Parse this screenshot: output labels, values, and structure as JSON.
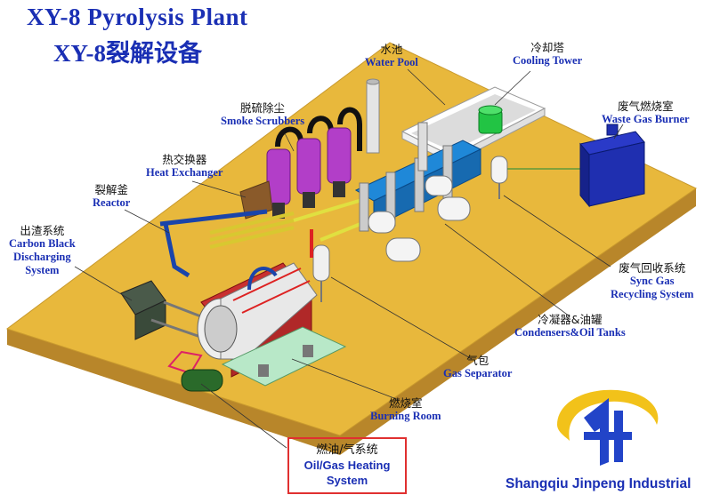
{
  "title": {
    "line1": "XY-8 Pyrolysis Plant",
    "line2": "XY-8裂解设备"
  },
  "labels": {
    "water_pool": {
      "zh": "水池",
      "en": "Water Pool"
    },
    "cooling_tower": {
      "zh": "冷却塔",
      "en": "Cooling Tower"
    },
    "smoke_scrubbers": {
      "zh": "脱硫除尘",
      "en": "Smoke Scrubbers"
    },
    "waste_gas_burner": {
      "zh": "废气燃烧室",
      "en": "Waste Gas Burner"
    },
    "heat_exchanger": {
      "zh": "热交换器",
      "en": "Heat Exchanger"
    },
    "reactor": {
      "zh": "裂解釜",
      "en": "Reactor"
    },
    "carbon_black": {
      "zh": "出渣系统",
      "en_lines": [
        "Carbon Black",
        "Discharging",
        "System"
      ]
    },
    "sync_gas": {
      "zh": "废气回收系统",
      "en_lines": [
        "Sync Gas",
        "Recycling System"
      ]
    },
    "condensers": {
      "zh": "冷凝器&油罐",
      "en": "Condensers&Oil Tanks"
    },
    "gas_separator": {
      "zh": "气包",
      "en": "Gas Separator"
    },
    "burning_room": {
      "zh": "燃烧室",
      "en": "Burning Room"
    },
    "heating_system": {
      "zh": "燃油/气系统",
      "en_lines": [
        "Oil/Gas Heating",
        "System"
      ]
    }
  },
  "company": "Shangqiu Jinpeng Industrial",
  "colors": {
    "title": "#1a2fb4",
    "platform_top": "#e8b83c",
    "platform_side": "#b8862a",
    "purple": "#b23ec8",
    "blue_burner": "#1f2fb0",
    "callout_box": "#e03030",
    "logo_yellow": "#f2c21a",
    "logo_blue": "#2244c8"
  },
  "icons": {
    "logo": "jinpeng-logo-icon"
  }
}
